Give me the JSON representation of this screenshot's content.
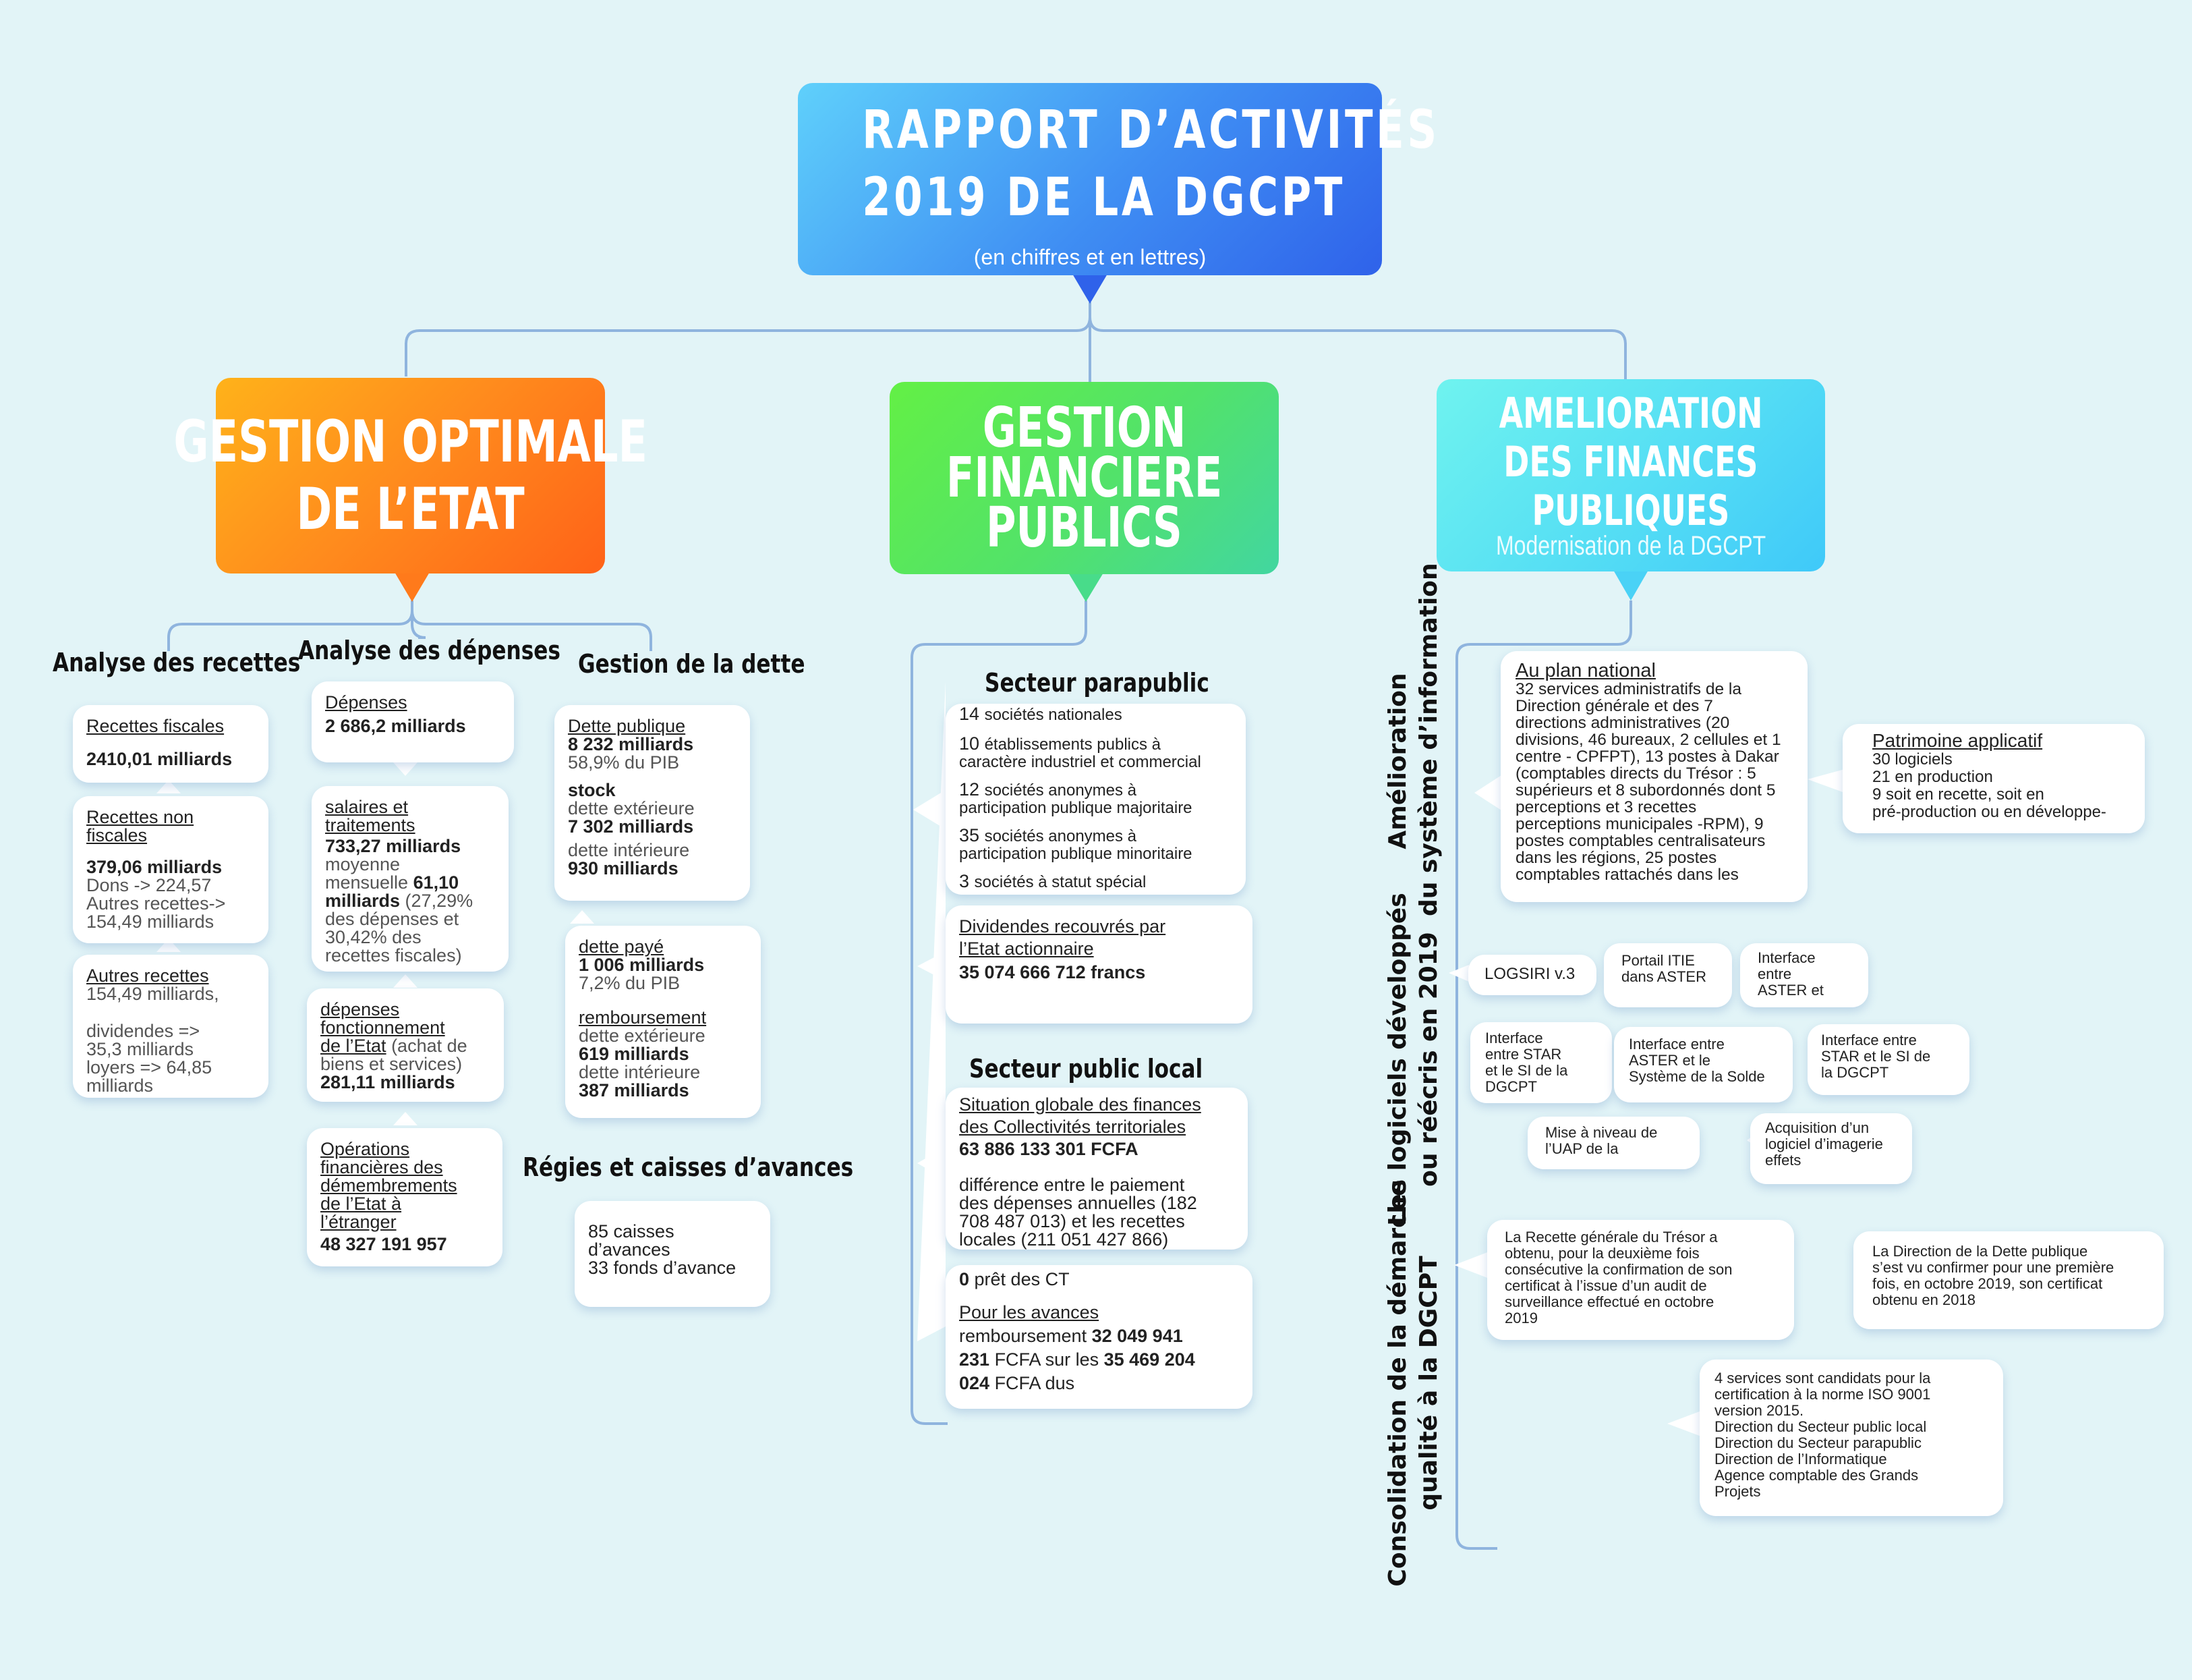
{
  "title": {
    "line1": "RAPPORT D’ACTIVITÉS",
    "line2": "2019 DE LA DGCPT",
    "subtitle": "(en chiffres et en lettres)"
  },
  "sections": {
    "s1": {
      "line1": "GESTION OPTIMALE",
      "line2": "DE L’ETAT"
    },
    "s2": {
      "line1": "GESTION",
      "line2": "FINANCIERE",
      "line3": "PUBLICS"
    },
    "s3": {
      "line1": "AMELIORATION",
      "line2": "DES FINANCES",
      "line3": "PUBLIQUES",
      "sub": "Modernisation de la DGCPT"
    }
  },
  "col1": {
    "h1": "Analyse des recettes",
    "h2": "Analyse des dépenses",
    "h3": "Gestion de la dette",
    "h4": "Régies et caisses d’avances",
    "recettes_fiscales": {
      "label": "Recettes fiscales",
      "value": "2410,01 milliards"
    },
    "recettes_non_fiscales": {
      "label1": "Recettes non",
      "label2": "fiscales",
      "value": "379,06 milliards",
      "l1": "Dons -> 224,57",
      "l2": "Autres recettes->",
      "l3": "154,49 milliards"
    },
    "autres_recettes": {
      "label": "Autres recettes",
      "l1": "154,49 milliards,",
      "l2": "dividendes =>",
      "l3": "35,3 milliards",
      "l4": "loyers => 64,85",
      "l5": "milliards"
    },
    "depenses": {
      "label": "Dépenses",
      "value": "2 686,2 milliards"
    },
    "salaires": {
      "label1": "salaires et",
      "label2": "traitements",
      "value": "733,27 milliards",
      "l1": "moyenne",
      "l2a": "mensuelle ",
      "l2b": "61,10",
      "l3a": "milliards",
      "l3b": " (27,29%",
      "l4": "des dépenses et",
      "l5": "30,42% des",
      "l6": "recettes fiscales)"
    },
    "fonctionnement": {
      "label1": "dépenses",
      "label2": "fonctionnement",
      "label3a": "de l’Etat",
      "label3b": " (achat de",
      "l4": "biens et services)",
      "value": "281,11 milliards"
    },
    "operations": {
      "l1": "Opérations",
      "l2": "financières des",
      "l3": "démembrements",
      "l4": "de l’Etat à",
      "l5": "l’étranger",
      "value": "48 327 191 957"
    },
    "dette": {
      "label": "Dette publique",
      "value": "8 232 milliards",
      "pib": "58,9% du PIB",
      "stock": "stock",
      "ext": "dette extérieure",
      "ext_v": "7 302 milliards",
      "int": "dette intérieure",
      "int_v": "930 milliards"
    },
    "paye": {
      "label": "dette payé",
      "value": "1 006 milliards",
      "pib": "7,2% du PIB",
      "remb": "remboursement",
      "ext": "dette extérieure",
      "ext_v": "619 milliards",
      "int": "dette intérieure",
      "int_v": "387 milliards"
    },
    "regies": {
      "l1": "85 caisses",
      "l2": "d’avances",
      "l3": "33 fonds d’avance"
    }
  },
  "col2": {
    "h1": "Secteur parapublic",
    "h2": "Secteur public local",
    "para": [
      {
        "n": "14",
        "t": "sociétés nationales"
      },
      {
        "n": "10",
        "t": "établissements publics à",
        "t2": "caractère industriel et commercial"
      },
      {
        "n": "12",
        "t": "sociétés anonymes à",
        "t2": "participation publique majoritaire"
      },
      {
        "n": "35",
        "t": "sociétés anonymes à",
        "t2": "participation publique minoritaire"
      },
      {
        "n": "3",
        "t": "sociétés à statut spécial"
      }
    ],
    "dividendes": {
      "l1": "Dividendes recouvrés par",
      "l2": "l’Etat actionnaire",
      "value": "35 074 666 712 francs"
    },
    "situation": {
      "l1": "Situation globale des finances",
      "l2": "des Collectivités territoriales",
      "value": "63 886 133 301 FCFA",
      "d1": "différence entre le paiement",
      "d2": "des dépenses annuelles (182",
      "d3": "708 487 013) et les recettes",
      "d4": "locales (211 051 427 866)"
    },
    "pret": {
      "l1a": "0",
      "l1b": " prêt des CT",
      "l2": "Pour les avances",
      "l3a": "remboursement ",
      "l3b": "32 049 941",
      "l4a": "231",
      "l4b": " FCFA sur les ",
      "l4c": "35 469 204",
      "l5a": "024",
      "l5b": " FCFA dus"
    }
  },
  "col3": {
    "v1": {
      "l1": "Amélioration",
      "l2": "du système d’information"
    },
    "v2": {
      "l1": "Les logiciels développés",
      "l2": "ou réécris en 2019"
    },
    "v3": {
      "l1": "Consolidation de la démarche",
      "l2": "qualité à la DGCPT"
    },
    "national": {
      "label": "Au plan national",
      "lines": [
        "32 services administratifs de la",
        "Direction générale et des 7",
        "directions administratives (20",
        "divisions, 46 bureaux, 2 cellules et 1",
        "centre - CPFPT),  13 postes à Dakar",
        "(comptables directs du Trésor : 5",
        "supérieurs et 8 subordonnés dont 5",
        "perceptions et 3 recettes",
        "perceptions municipales -RPM), 9",
        "postes comptables centralisateurs",
        "dans les régions, 25 postes",
        "comptables rattachés dans les"
      ]
    },
    "patrimoine": {
      "label": "Patrimoine applicatif",
      "l1": "30 logiciels",
      "l2": "21 en production",
      "l3": "9 soit  en recette, soit en",
      "l4": "pré-production ou en développe-"
    },
    "logsiri": "LOGSIRI v.3",
    "portail": {
      "l1": "Portail ITIE",
      "l2": "dans ASTER"
    },
    "iface1": {
      "l1": "Interface",
      "l2": "entre",
      "l3": "ASTER et"
    },
    "iface2": {
      "l1": "Interface",
      "l2": "entre STAR",
      "l3": "et le SI de la",
      "l4": "DGCPT"
    },
    "iface3": {
      "l1": "Interface entre",
      "l2": "ASTER et le",
      "l3": "Système de la Solde"
    },
    "iface4": {
      "l1": "Interface entre",
      "l2": "STAR et le SI de",
      "l3": "la DGCPT"
    },
    "uap": {
      "l1": "Mise à niveau de",
      "l2": "l’UAP de la"
    },
    "imagerie": {
      "l1": "Acquisition d’un",
      "l2": "logiciel d’imagerie",
      "l3": "effets"
    },
    "rgt": [
      "La Recette générale du Trésor a",
      "obtenu, pour la deuxième fois",
      "consécutive la confirmation de son",
      "certificat à l’issue d’un audit de",
      "surveillance effectué en octobre",
      "2019"
    ],
    "ddp": [
      "La Direction de la Dette publique",
      "s’est vu confirmer pour une première",
      "fois, en octobre 2019, son certificat",
      "obtenu en 2018"
    ],
    "iso": [
      "4 services sont candidats pour la",
      "certification à la norme ISO 9001",
      "version 2015.",
      "Direction du Secteur public local",
      "Direction du Secteur parapublic",
      "Direction de l’Informatique",
      "Agence comptable des Grands",
      "Projets"
    ]
  },
  "colors": {
    "background": "#e2f4f7",
    "connector": "#8fb4de",
    "title": "#3f8ef3",
    "s1": "#ff8a1d",
    "s2": "#52e26a",
    "s3": "#55def4"
  }
}
